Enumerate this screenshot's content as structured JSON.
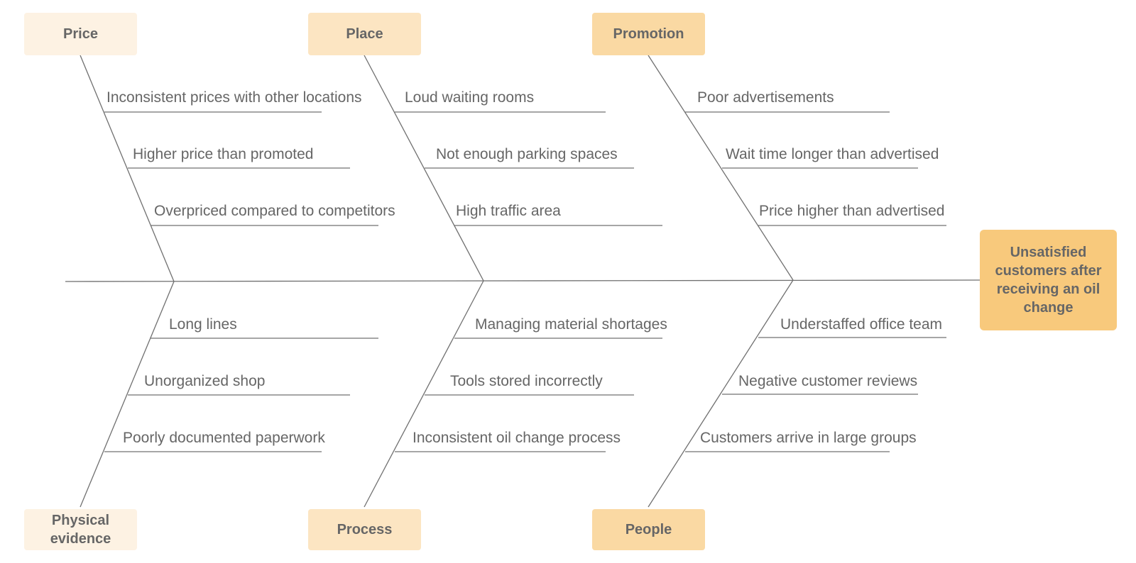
{
  "colors": {
    "line": "#707070",
    "price_box": "#fdf2e3",
    "place_box": "#fce5c2",
    "promotion_box": "#fad9a3",
    "effect_box": "#f8c97c",
    "text": "#666666"
  },
  "effect": "Unsatisfied customers after receiving an oil change",
  "categories": {
    "price": "Price",
    "place": "Place",
    "promotion": "Promotion",
    "physical_evidence": "Physical evidence",
    "process": "Process",
    "people": "People"
  },
  "causes": {
    "price": [
      "Inconsistent prices with other locations",
      "Higher price than promoted",
      "Overpriced compared to competitors"
    ],
    "place": [
      "Loud waiting rooms",
      "Not enough parking spaces",
      "High traffic area"
    ],
    "promotion": [
      "Poor advertisements",
      "Wait time longer than advertised",
      "Price higher than advertised"
    ],
    "physical_evidence": [
      "Long lines",
      "Unorganized shop",
      "Poorly documented paperwork"
    ],
    "process": [
      "Managing material shortages",
      "Tools stored incorrectly",
      "Inconsistent oil change process"
    ],
    "people": [
      "Understaffed office team",
      "Negative customer reviews",
      "Customers arrive in large groups"
    ]
  }
}
